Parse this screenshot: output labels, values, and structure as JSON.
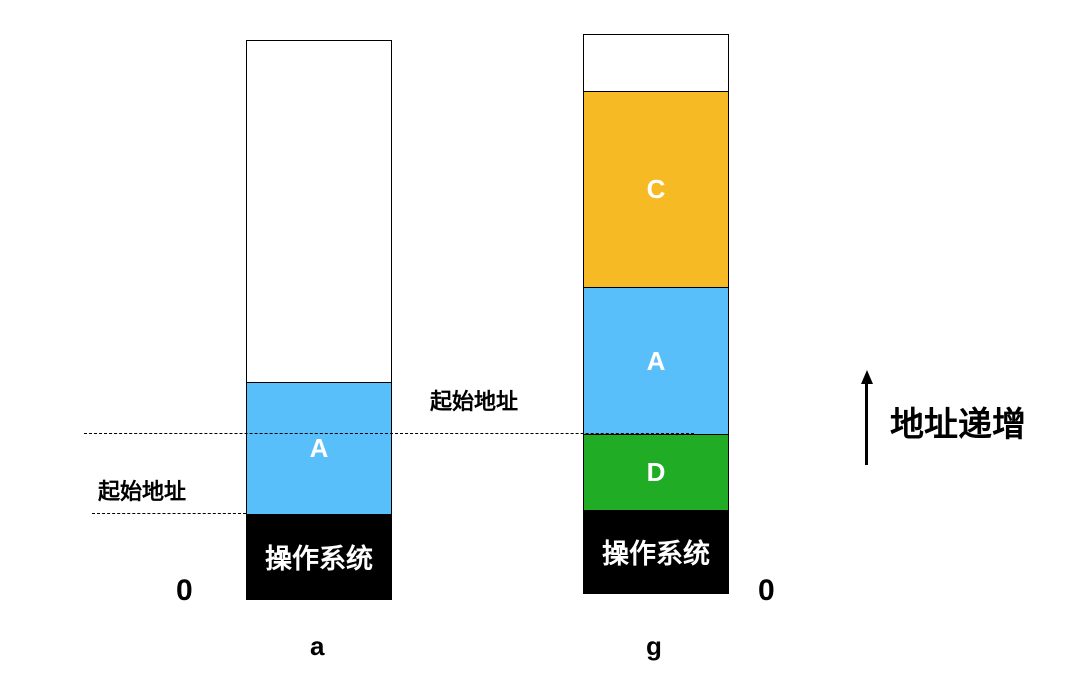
{
  "column_a": {
    "name": "a",
    "zero_label": "0",
    "start_address_label": "起始地址",
    "segments": {
      "free": "",
      "A": "A",
      "os": "操作系统"
    }
  },
  "column_g": {
    "name": "g",
    "zero_label": "0",
    "start_address_label": "起始地址",
    "segments": {
      "free": "",
      "C": "C",
      "A": "A",
      "D": "D",
      "os": "操作系统"
    }
  },
  "address_increase_label": "地址递增",
  "colors": {
    "A": "#59BFFB",
    "C": "#F6BA24",
    "D": "#20AC24",
    "os": "#000000",
    "free": "#FFFFFF"
  }
}
